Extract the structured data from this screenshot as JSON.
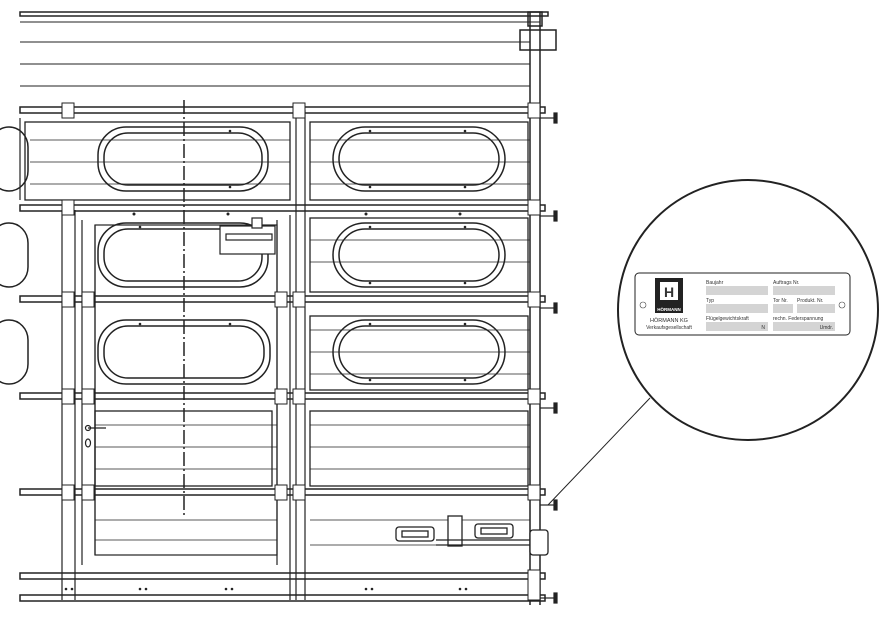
{
  "nameplate": {
    "brand": "HÖRMANN",
    "company": "HÖRMANN KG",
    "company_sub": "Verkaufsgesellschaft",
    "fields": {
      "baujahr": "Baujahr",
      "auftrags_nr": "Auftrags Nr.",
      "typ": "Typ",
      "tor_nr": "Tor Nr.",
      "produkt_nr": "Produkt. Nr.",
      "fluegelgewichtskraft": "Flügelgewichtskraft",
      "unit_n": "N",
      "federspannung": "rechn. Federspannung",
      "unit_umdr": "Umdr."
    }
  },
  "colors": {
    "line": "#222222",
    "plate_field": "#d4d4d4"
  }
}
